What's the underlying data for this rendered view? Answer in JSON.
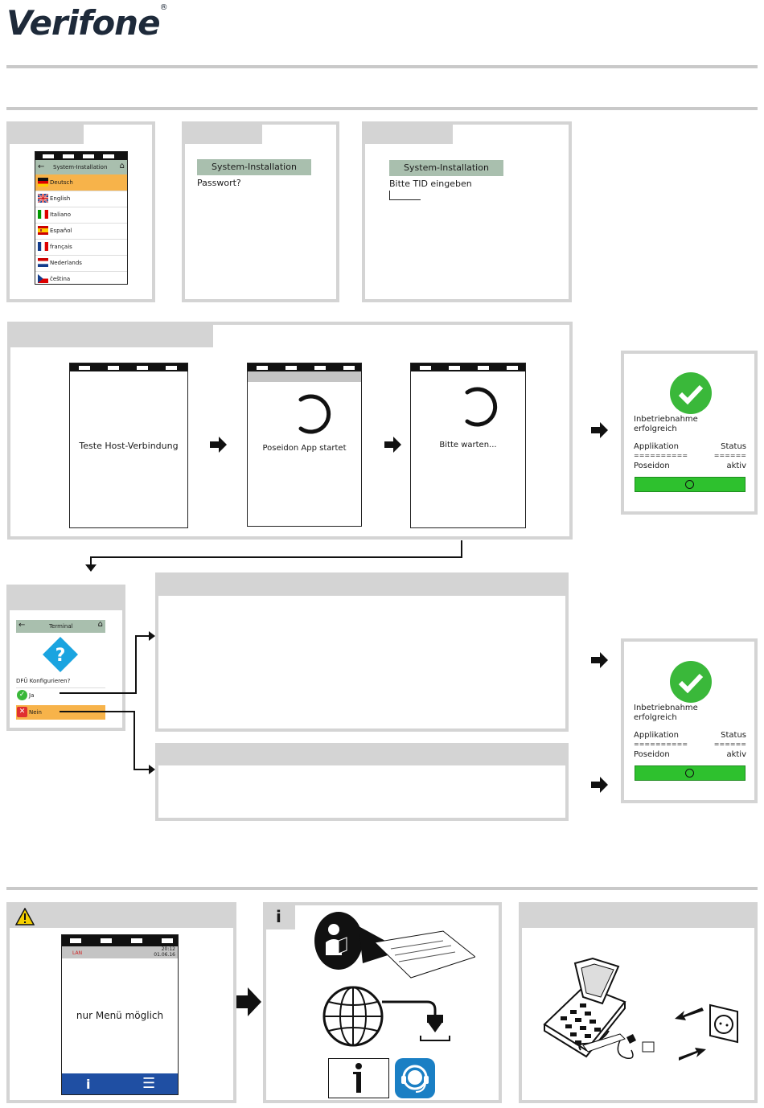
{
  "brand": {
    "logo_text": "Verifone",
    "reg_mark": "®"
  },
  "lang_screen": {
    "header": "System-Installation",
    "languages": [
      {
        "name": "Deutsch",
        "flag": "de"
      },
      {
        "name": "English",
        "flag": "gb"
      },
      {
        "name": "Italiano",
        "flag": "it"
      },
      {
        "name": "Español",
        "flag": "es"
      },
      {
        "name": "français",
        "flag": "fr"
      },
      {
        "name": "Nederlands",
        "flag": "nl"
      },
      {
        "name": "čeština",
        "flag": "cz"
      }
    ]
  },
  "pw_screen": {
    "header": "System-Installation",
    "prompt": "Passwort?"
  },
  "tid_screen": {
    "header": "System-Installation",
    "prompt": "Bitte TID eingeben"
  },
  "process": {
    "step1": "Teste Host-Verbindung",
    "step2": "Poseidon App startet",
    "step3": "Bitte warten..."
  },
  "success": {
    "title_line1": "Inbetriebnahme",
    "title_line2": "erfolgreich",
    "col_app": "Applikation",
    "col_status": "Status",
    "sep_app": "==========",
    "sep_status": "======",
    "app_name": "Poseidon",
    "app_status": "aktiv"
  },
  "dfu_screen": {
    "header": "Terminal",
    "question": "DFÜ Konfigurieren?",
    "yes": "Ja",
    "no": "Nein"
  },
  "warning_screen": {
    "network": "LAN",
    "time": "20:12",
    "date": "01.06.16",
    "message": "nur Menü möglich",
    "btn_info": "i",
    "btn_menu": "☰"
  },
  "info_icons": {
    "info_glyph": "i"
  },
  "colors": {
    "accent_orange": "#f7b34a",
    "success_green": "#2ec12e",
    "info_blue": "#1a7fc4",
    "bar_gray": "#a9bfae",
    "footer_blue": "#1f4fa3"
  }
}
